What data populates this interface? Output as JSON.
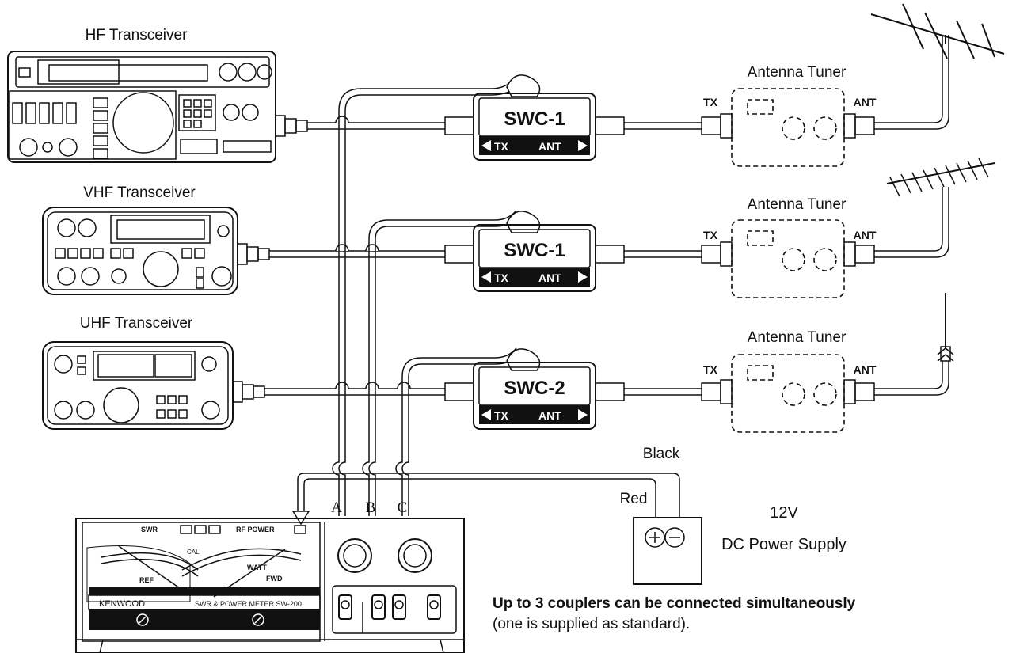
{
  "labels": {
    "hf": "HF Transceiver",
    "vhf": "VHF Transceiver",
    "uhf": "UHF Transceiver",
    "tuner": "Antenna Tuner",
    "tx": "TX",
    "ant": "ANT",
    "black": "Black",
    "red": "Red",
    "line_a": "A",
    "line_b": "B",
    "line_c": "C",
    "psu_voltage": "12V",
    "psu_name": "DC Power Supply"
  },
  "couplers": [
    {
      "name": "SWC-1",
      "tx": "TX",
      "ant": "ANT"
    },
    {
      "name": "SWC-1",
      "tx": "TX",
      "ant": "ANT"
    },
    {
      "name": "SWC-2",
      "tx": "TX",
      "ant": "ANT"
    }
  ],
  "meter": {
    "brand": "KENWOOD",
    "model_text": "SWR & POWER METER  SW-200",
    "swr_label": "SWR",
    "rf_power_label": "RF POWER",
    "ref_label": "REF",
    "fwd_label": "FWD",
    "watt_label": "WATT",
    "cal_label": "CAL"
  },
  "note": {
    "bold": "Up to 3 couplers can be connected simultaneously",
    "normal": "(one is supplied as standard)."
  }
}
